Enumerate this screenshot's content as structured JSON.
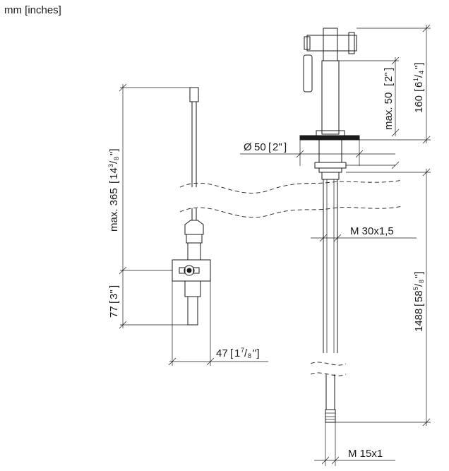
{
  "header": {
    "units": "mm [inches]"
  },
  "dimensions": {
    "height_total": {
      "mm": "160",
      "in_whole": "6",
      "in_num": "1",
      "in_den": "4"
    },
    "spout_height": {
      "mm": "max. 50",
      "in": "2\""
    },
    "flange_dia": {
      "symbol": "Ø",
      "mm": "50",
      "in": "2\""
    },
    "shank_thread": {
      "text": "M 30x1,5"
    },
    "shank_length": {
      "mm": "1488",
      "in_whole": "58",
      "in_num": "5",
      "in_den": "8"
    },
    "tail_thread": {
      "text": "M 15x1"
    },
    "hose_length": {
      "mm": "max. 365",
      "in_whole": "14",
      "in_num": "3",
      "in_den": "8"
    },
    "valve_height": {
      "mm": "77",
      "in": "3\""
    },
    "valve_width": {
      "mm": "47",
      "in_whole": "1",
      "in_num": "7",
      "in_den": "8"
    }
  }
}
